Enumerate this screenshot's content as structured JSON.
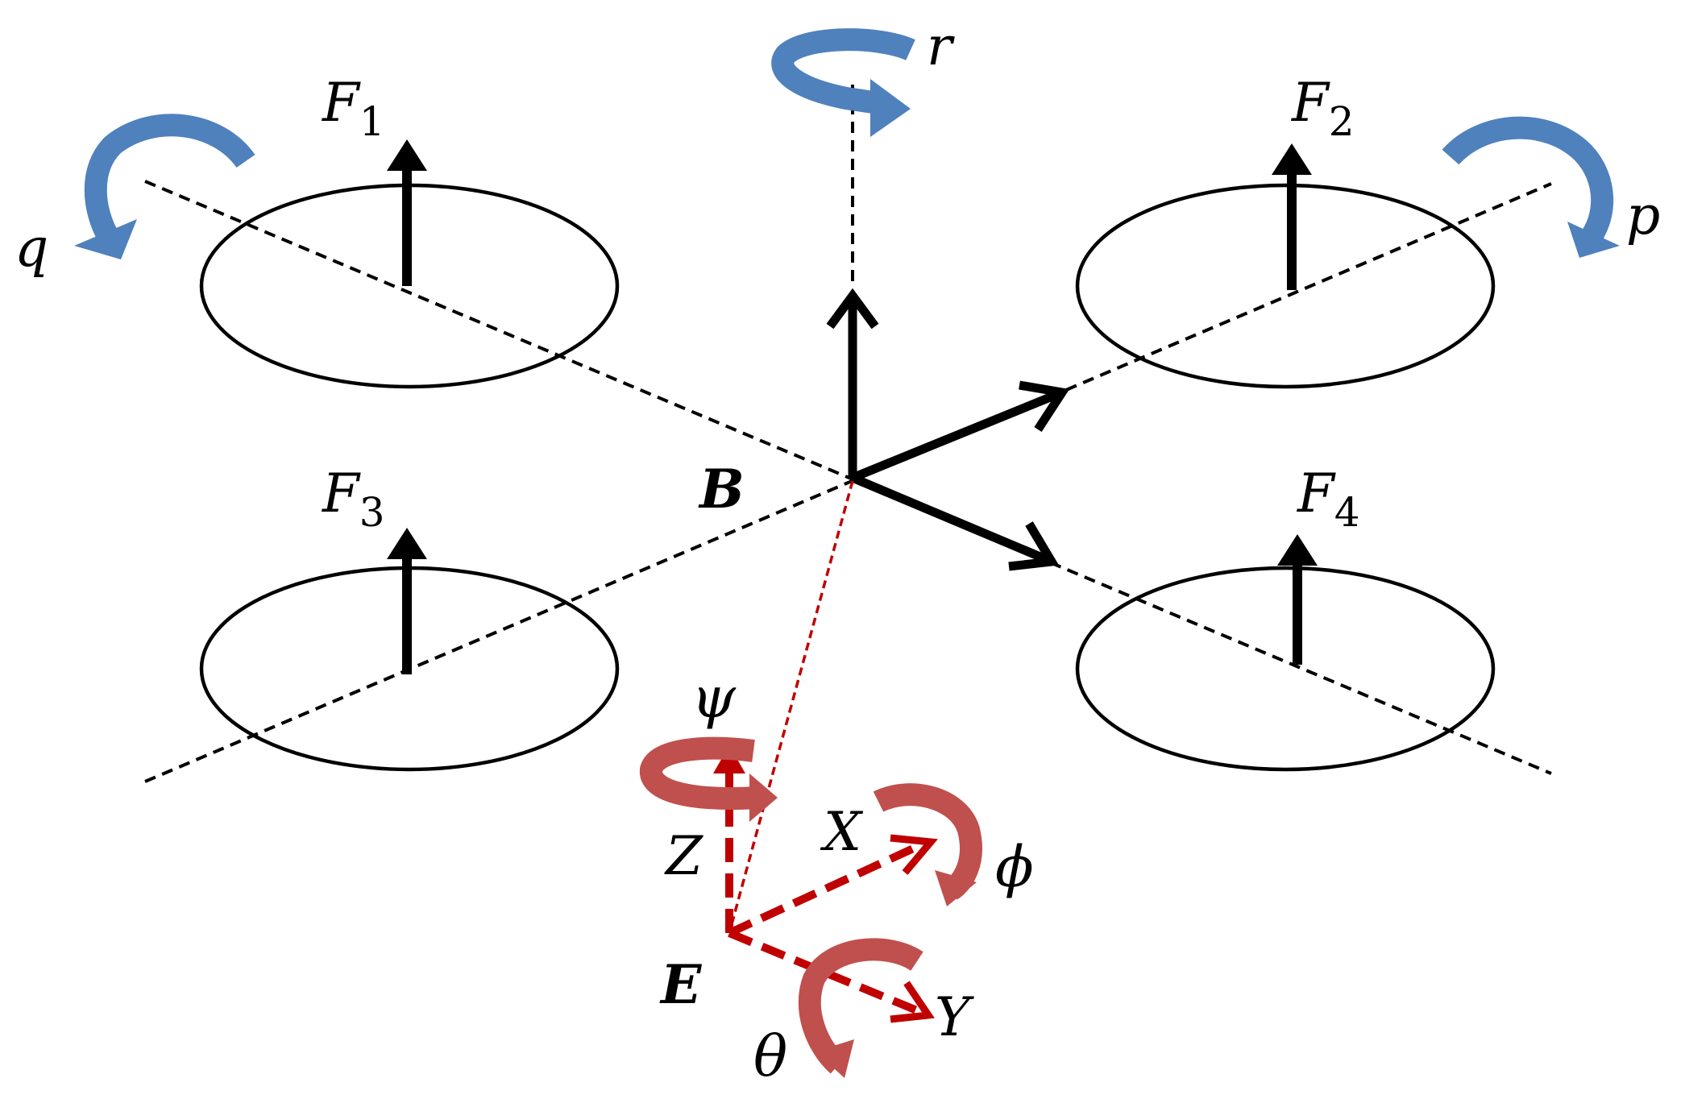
{
  "labels": {
    "F1": "F",
    "F1_sub": "1",
    "F2": "F",
    "F2_sub": "2",
    "F3": "F",
    "F3_sub": "3",
    "F4": "F",
    "F4_sub": "4",
    "B": "B",
    "E": "E",
    "X": "X",
    "Y": "Y",
    "Z": "Z",
    "p": "p",
    "q": "q",
    "r": "r",
    "phi": "ϕ",
    "theta": "θ",
    "psi": "ψ"
  },
  "colors": {
    "body_rotation": "#4f81bd",
    "body_rotation_dark": "#3a6494",
    "earth_axes": "#c00000",
    "earth_rotation": "#c0504d",
    "earth_rotation_dark": "#953735",
    "line": "#000000"
  }
}
